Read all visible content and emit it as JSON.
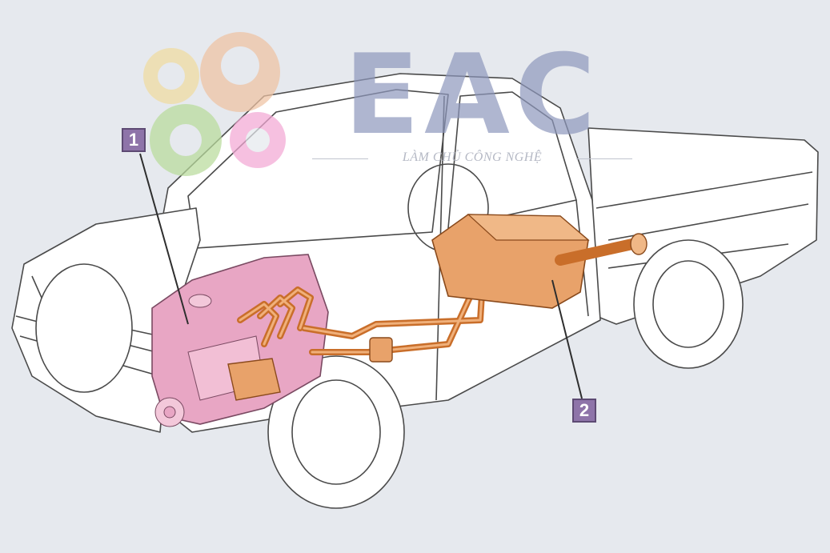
{
  "diagram": {
    "callouts": [
      {
        "label": "1",
        "points_to": "engine"
      },
      {
        "label": "2",
        "points_to": "fuel-tank"
      }
    ]
  },
  "watermark": {
    "text": "EAC",
    "tagline": "LÀM CHỦ CÔNG NGHỆ"
  },
  "colors": {
    "background": "#e6e9ee",
    "engine": "#e8a6c4",
    "fuel_system": "#e8a26a",
    "callout": "#8e74a9",
    "watermark": "#8e98bd"
  }
}
